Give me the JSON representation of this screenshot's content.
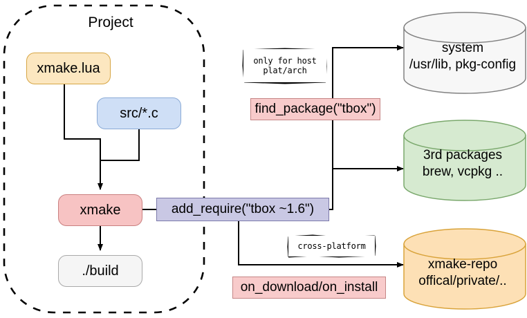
{
  "diagram": {
    "title": "Project",
    "project_group": {
      "label": "Project",
      "style": "dashed-rounded-boundary"
    },
    "nodes": [
      {
        "id": "xmake-lua",
        "label": "xmake.lua",
        "fill": "#fce7c0",
        "stroke": "#d6a544",
        "shape": "rounded-rect"
      },
      {
        "id": "src-c",
        "label": "src/*.c",
        "fill": "#cfdff6",
        "stroke": "#8aaad6",
        "shape": "rounded-rect"
      },
      {
        "id": "xmake",
        "label": "xmake",
        "fill": "#f7c3c3",
        "stroke": "#c97f7f",
        "shape": "rounded-rect"
      },
      {
        "id": "build",
        "label": "./build",
        "fill": "#f5f5f5",
        "stroke": "#a8a8a8",
        "shape": "rounded-rect"
      },
      {
        "id": "add-require",
        "label": "add_require(\"tbox ~1.6\")",
        "fill": "#c9c8e4",
        "stroke": "#7b79aa",
        "shape": "rect"
      },
      {
        "id": "find-package",
        "label": "find_package(\"tbox\")",
        "fill": "#f8cbcb",
        "stroke": "#c58686",
        "shape": "rect"
      },
      {
        "id": "on-download",
        "label": "on_download/on_install",
        "fill": "#f8cbcb",
        "stroke": "#c58686",
        "shape": "rect"
      }
    ],
    "notes": [
      {
        "id": "only-for-host",
        "line1": "only for host",
        "line2": "plat/arch",
        "shape": "sketch-rect"
      },
      {
        "id": "cross-platform",
        "line1": "cross-platform",
        "line2": "",
        "shape": "sketch-rect"
      }
    ],
    "cylinders": [
      {
        "id": "system",
        "line1": "system",
        "line2": "/usr/lib, pkg-config",
        "fill": "#f7f7f7",
        "stroke": "#808080"
      },
      {
        "id": "3rd-packages",
        "line1": "3rd packages",
        "line2": "brew, vcpkg ..",
        "fill": "#d6ead0",
        "stroke": "#7aa86c"
      },
      {
        "id": "xmake-repo",
        "line1": "xmake-repo",
        "line2": "offical/private/..",
        "fill": "#fde0b5",
        "stroke": "#d9a33a"
      }
    ],
    "edges": [
      {
        "from": "xmake-lua",
        "to": "xmake",
        "arrow": true
      },
      {
        "from": "src-c",
        "to": "xmake",
        "arrow": true
      },
      {
        "from": "xmake",
        "to": "build",
        "arrow": true
      },
      {
        "from": "xmake",
        "to": "add-require",
        "arrow": false
      },
      {
        "from": "add-require",
        "to": "system",
        "arrow": true
      },
      {
        "from": "add-require",
        "to": "3rd-packages",
        "arrow": true
      },
      {
        "from": "add-require",
        "to": "xmake-repo",
        "arrow": true
      }
    ],
    "colors": {
      "line": "#000000",
      "background": "#ffffff"
    }
  }
}
